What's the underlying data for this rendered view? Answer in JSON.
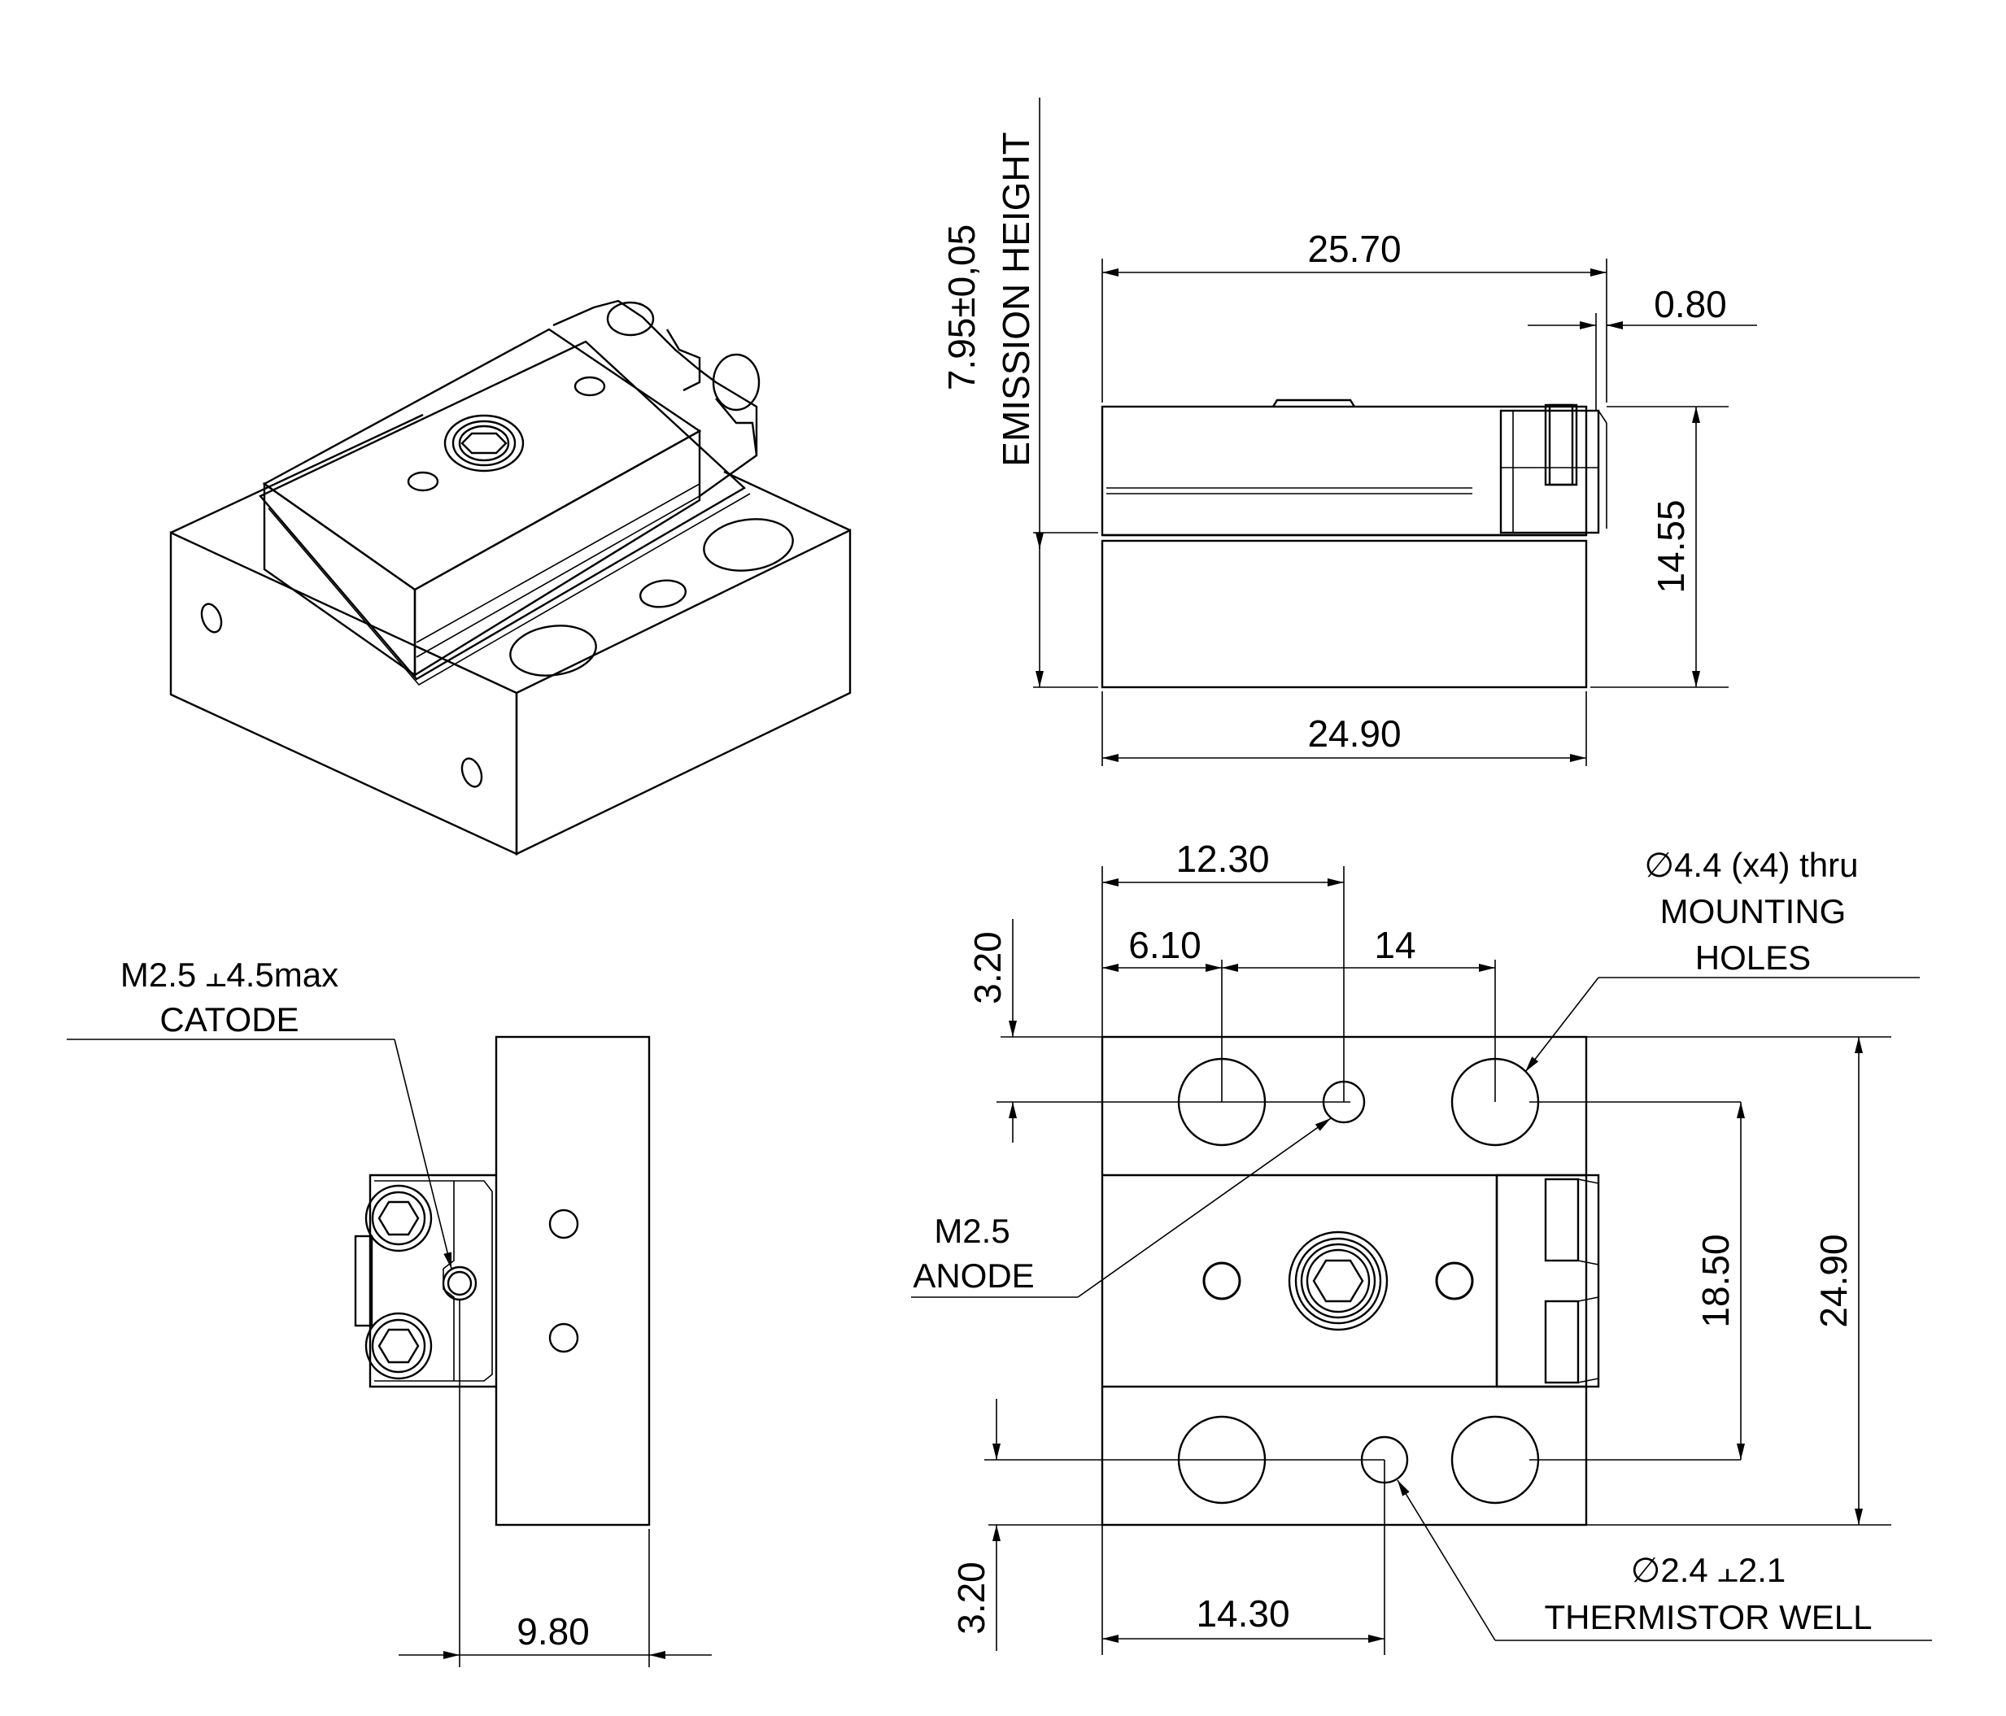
{
  "dimensions": {
    "top_width": "25.70",
    "lens_offset": "0.80",
    "side_height": "14.55",
    "base_width": "24.90",
    "emission_value": "7.95±0,05",
    "emission_label": "EMISSION HEIGHT",
    "hole_x_offset": "12.30",
    "hole_first": "6.10",
    "hole_spacing": "14",
    "edge_top": "3.20",
    "edge_bottom": "3.20",
    "vertical_spacing": "18.50",
    "vertical_total": "24.90",
    "thermistor_offset": "14.30",
    "side_view_width": "9.80"
  },
  "callouts": {
    "mounting_holes_line1": "∅4.4 (x4) thru",
    "mounting_holes_line2": "MOUNTING",
    "mounting_holes_line3": "HOLES",
    "anode_line1": "M2.5",
    "anode_line2": "ANODE",
    "thermistor_line1": "∅2.4 ⫠2.1",
    "thermistor_line2": "THERMISTOR WELL",
    "catode_line1": "M2.5 ⫠4.5max",
    "catode_line2": "CATODE"
  }
}
